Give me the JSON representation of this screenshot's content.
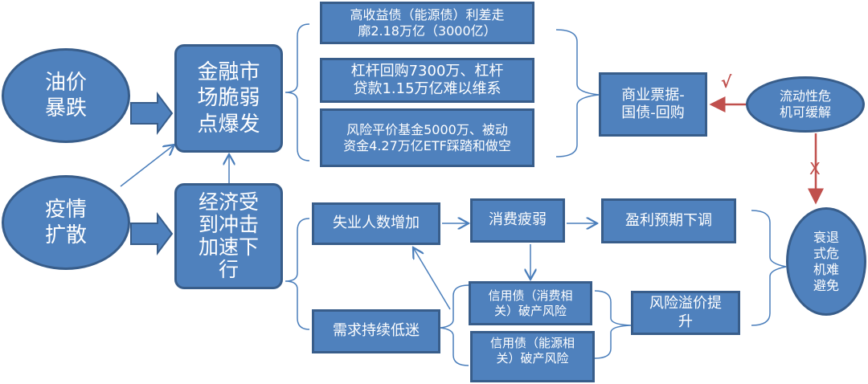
{
  "colors": {
    "fill": "#4f81bd",
    "border": "#385d8a",
    "line": "#4a7ebb",
    "red": "#c0504d"
  },
  "nodes": {
    "oil": "油价\n暴跌",
    "epidemic": "疫情\n扩散",
    "financial": "金融市\n场脆弱\n点爆发",
    "economy": "经济受\n到冲击\n加速下\n行",
    "high_yield": "高收益债（能源债）利差走\n廓2.18万亿（3000亿）",
    "leverage": "杠杆回购7300万、杠杆\n贷款1.15万亿难以维系",
    "risk_parity": "风险平价基金5000万、被动\n资金4.27万亿ETF踩踏和做空",
    "commercial_paper": "商业票据-\n国债-回购",
    "liquidity": "流动性危\n机可缓解",
    "recession": "衰退\n式危\n机难\n避免",
    "unemployment": "失业人数增加",
    "consumption": "消费疲弱",
    "earnings": "盈利预期下调",
    "credit_consumer": "信用债（消费相\n关）破产风险",
    "credit_energy": "信用债（能源相\n关）破产风险",
    "risk_premium": "风险溢价提\n升",
    "demand": "需求持续低迷"
  },
  "marks": {
    "check": "√",
    "cross": "X"
  }
}
